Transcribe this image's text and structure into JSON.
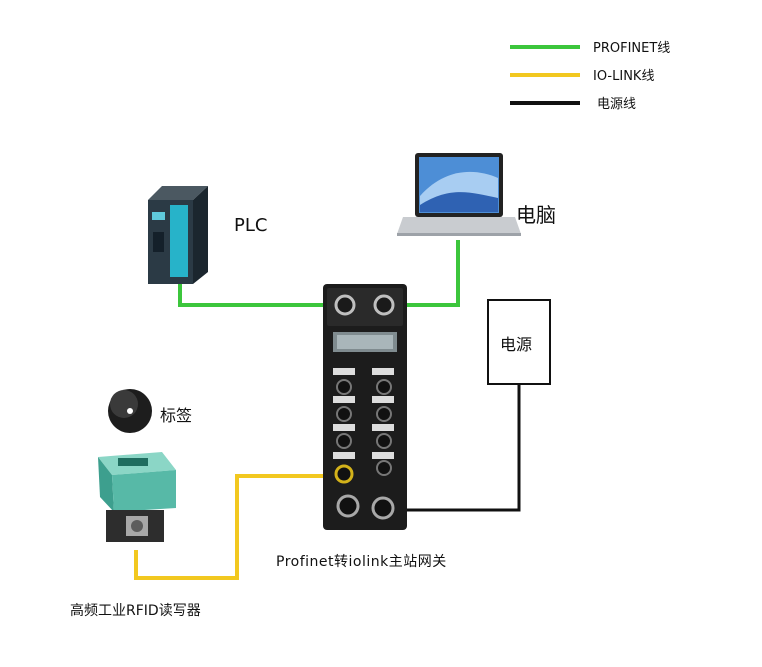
{
  "legend": [
    {
      "label": "PROFINET线",
      "color": "#3cc63c"
    },
    {
      "label": "IO-LINK线",
      "color": "#f2c81f"
    },
    {
      "label": "电源线",
      "color": "#111111"
    }
  ],
  "nodes": {
    "plc": "PLC",
    "computer": "电脑",
    "power": "电源",
    "tag": "标签",
    "gateway": "Profinet转iolink主站网关",
    "reader": "高频工业RFID读写器"
  },
  "colors": {
    "profinet": "#3cc63c",
    "iolink": "#f2c81f",
    "power_line": "#111111",
    "plc_body": "#2b3a45",
    "plc_accent": "#27b3c9",
    "gateway_body": "#1c1c1c",
    "reader_body": "#4fb5a3"
  }
}
